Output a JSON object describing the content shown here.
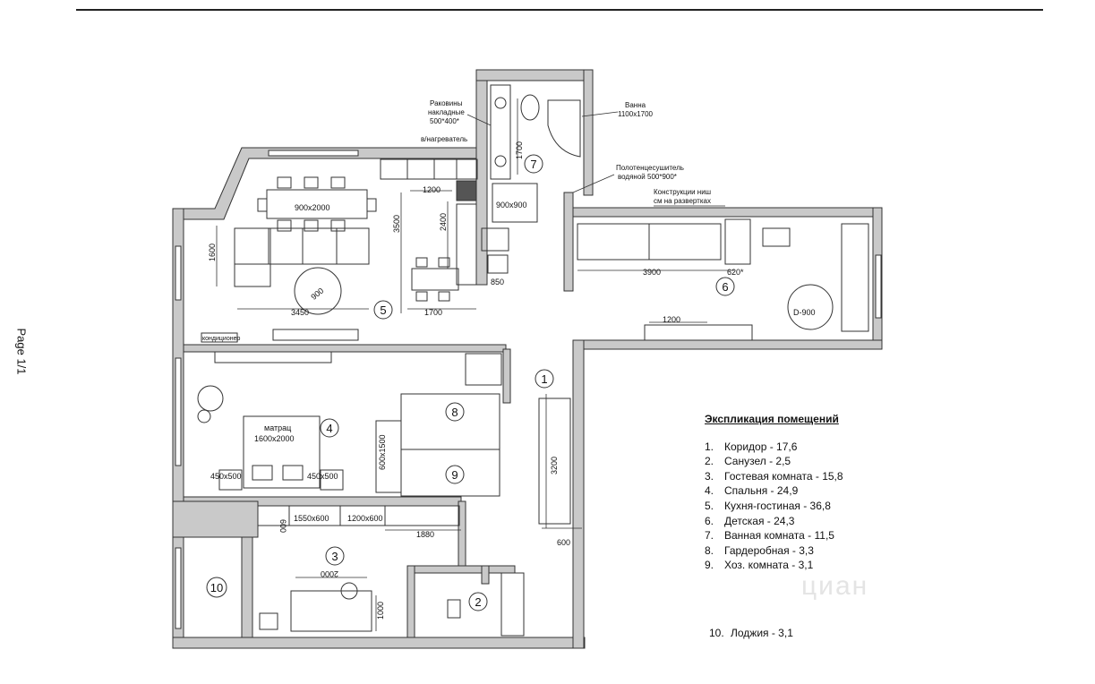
{
  "page_label": "Page 1/1",
  "watermark": "циан",
  "rooms": [
    {
      "num": "1"
    },
    {
      "num": "2"
    },
    {
      "num": "3"
    },
    {
      "num": "4"
    },
    {
      "num": "5"
    },
    {
      "num": "6"
    },
    {
      "num": "7"
    },
    {
      "num": "8"
    },
    {
      "num": "9"
    },
    {
      "num": "10"
    }
  ],
  "annotations": {
    "sinks": [
      "Раковины",
      "накладные",
      "500*400*"
    ],
    "water_heater": "в/нагреватель",
    "bath": [
      "Ванна",
      "1100х1700"
    ],
    "towel": [
      "Полотенцесушитель",
      "водяной 500*900*"
    ],
    "niches": [
      "Конструкции ниш",
      "см на развертках"
    ],
    "conditioner": "кондиционер"
  },
  "dims": {
    "table": "900х2000",
    "d1200k": "1200",
    "d3500": "3500",
    "d2400": "2400",
    "d1600": "1600",
    "d900": "900",
    "d3450": "3450",
    "d1700": "1700",
    "d850": "850",
    "d1700v": "1700",
    "shower": "900х900",
    "d3900": "3900",
    "d620": "620*",
    "d1200d": "1200",
    "d900round": "D-900",
    "mattress": [
      "матрац",
      "1600х2000"
    ],
    "night_l": "450х500",
    "night_r": "450х500",
    "desk": "600х1500",
    "d3200": "3200",
    "d600c": "600",
    "w600": "600",
    "w1550": "1550х600",
    "w1200": "1200х600",
    "d1880": "1880",
    "d2000": "2000",
    "d1000": "1000"
  },
  "legend": {
    "title": "Экспликация помещений",
    "items": [
      {
        "num": "1.",
        "text": "Коридор - 17,6"
      },
      {
        "num": "2.",
        "text": "Санузел - 2,5"
      },
      {
        "num": "3.",
        "text": "Гостевая комната - 15,8"
      },
      {
        "num": "4.",
        "text": "Спальня - 24,9"
      },
      {
        "num": "5.",
        "text": "Кухня-гостиная - 36,8"
      },
      {
        "num": "6.",
        "text": "Детская - 24,3"
      },
      {
        "num": "7.",
        "text": "Ванная комната - 11,5"
      },
      {
        "num": "8.",
        "text": "Гардеробная - 3,3"
      },
      {
        "num": "9.",
        "text": "Хоз. комната - 3,1"
      }
    ],
    "extra": {
      "num": "10.",
      "text": "Лоджия - 3,1"
    }
  }
}
